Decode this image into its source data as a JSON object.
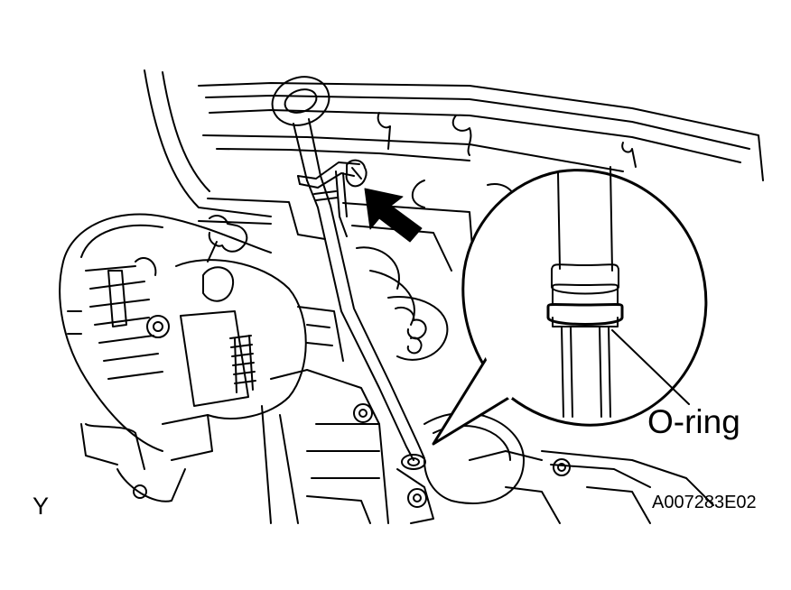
{
  "labels": {
    "callout": "O-ring",
    "corner_letter": "Y",
    "reference_code": "A007283E02"
  },
  "colors": {
    "line": "#000000",
    "background": "#ffffff",
    "arrow_fill": "#000000"
  }
}
